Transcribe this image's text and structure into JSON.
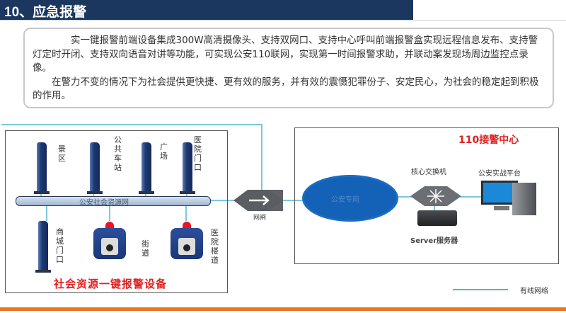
{
  "header": {
    "title": "10、应急报警"
  },
  "description": {
    "paragraph1": "实一键报警前端设备集成300W高清摄像头、支持双网口、支持中心呼叫前端报警盒实现远程信息发布、支持警灯定时开闭、支持双向语音对讲等功能，可实现公安110联网，实现第一时间报警求助，并联动案发现场周边监控点录像。",
    "paragraph2": "在警力不变的情况下为社会提供更快捷、更有效的服务，并有效的震慑犯罪份子、安定民心，为社会的稳定起到积极的作用。"
  },
  "diagram": {
    "left_group": {
      "title": "社会资源一键报警设备",
      "bus_label": "公安社会资源网",
      "devices": [
        {
          "label": "景区",
          "type": "pillar"
        },
        {
          "label": "公共车站",
          "type": "pillar"
        },
        {
          "label": "广场",
          "type": "pillar"
        },
        {
          "label": "医院门口",
          "type": "pillar"
        },
        {
          "label": "商城门口",
          "type": "pillar"
        },
        {
          "label": "街道",
          "type": "alarm-box"
        },
        {
          "label": "医院楼道",
          "type": "alarm-box"
        }
      ]
    },
    "gateway_label": "网闸",
    "right_group": {
      "title": "110接警中心",
      "cloud_label": "公安专网",
      "switch_label": "核心交换机",
      "server_label": "Server服务器",
      "platform_label": "公安实战平台"
    },
    "legend": {
      "label": "有线网络",
      "color": "#4fb6d6"
    }
  },
  "colors": {
    "header": "#1b365f",
    "accent_red": "#e02020",
    "bottom_line": "#e87722"
  }
}
